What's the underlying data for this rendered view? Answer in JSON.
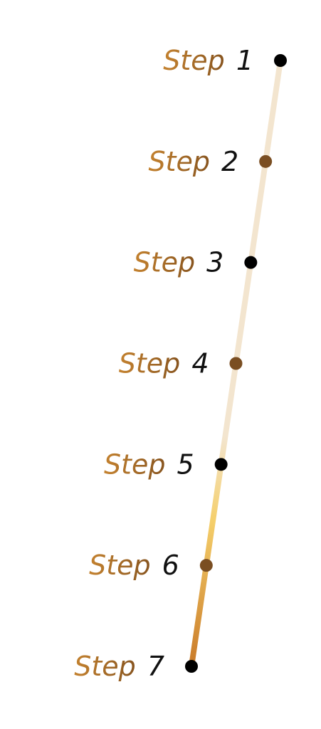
{
  "colors": {
    "background": "#ffffff",
    "label_gradient_light": "#c4822f",
    "label_gradient_dark": "#6b3f17",
    "number_color": "#111111",
    "dot_dark": "#000000",
    "dot_brown": "#7a4e22",
    "path_light": "#f3e5cf",
    "path_gold": "#f5cf6b",
    "path_orange": "#c97a28"
  },
  "steps": [
    {
      "word": "Step",
      "number": "1",
      "dot": "dark"
    },
    {
      "word": "Step",
      "number": "2",
      "dot": "brown"
    },
    {
      "word": "Step",
      "number": "3",
      "dot": "dark"
    },
    {
      "word": "Step",
      "number": "4",
      "dot": "brown"
    },
    {
      "word": "Step",
      "number": "5",
      "dot": "dark"
    },
    {
      "word": "Step",
      "number": "6",
      "dot": "brown"
    },
    {
      "word": "Step",
      "number": "7",
      "dot": "dark"
    }
  ]
}
